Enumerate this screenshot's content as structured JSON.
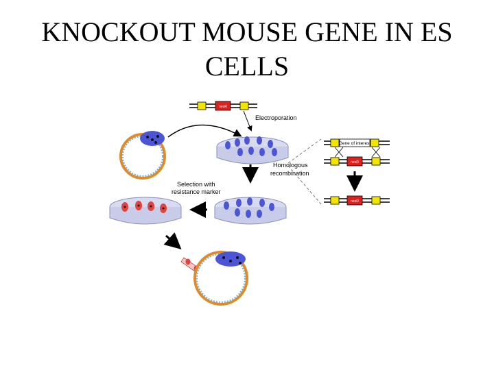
{
  "slide": {
    "title_line1": "KNOCKOUT MOUSE GENE IN ES",
    "title_line2": "CELLS"
  },
  "diagram": {
    "labels": {
      "electroporation": "Electroporation",
      "homologous_line1": "Homologous",
      "homologous_line2": "recombination",
      "selection_line1": "Selection with",
      "selection_line2": "resistance marker",
      "gene_of_interest": "Gene of interest",
      "marker_top": "neoR",
      "marker_mid": "neoR",
      "marker_bottom": "neoR"
    },
    "colors": {
      "blastocyst_rim": "#e08a2a",
      "blue_cell": "#4b55d6",
      "red_cell": "#e0443e",
      "dish_fill": "#d8daf0",
      "homology_box": "#f2e600",
      "marker_box": "#e0201e"
    }
  }
}
